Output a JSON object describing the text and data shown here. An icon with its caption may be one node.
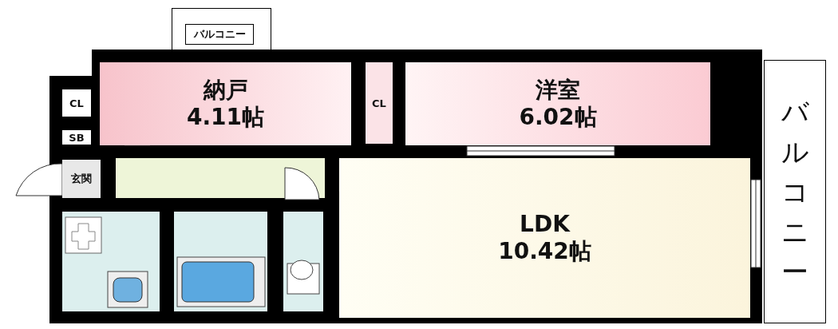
{
  "diagram": {
    "nodes": [
      {
        "text": [
          "バルコニー"
        ]
      },
      {
        "text": [
          "納戸",
          "4.11帖"
        ]
      },
      {
        "text": [
          "CL"
        ]
      },
      {
        "text": [
          "洋室",
          "6.02帖"
        ]
      },
      {
        "text": [
          "CL"
        ]
      },
      {
        "text": [
          "SB"
        ]
      },
      {
        "text": [
          "玄関"
        ]
      },
      {
        "text": [
          "LDK",
          "10.42帖"
        ]
      },
      {
        "text": [
          "バルコニー"
        ]
      }
    ]
  }
}
